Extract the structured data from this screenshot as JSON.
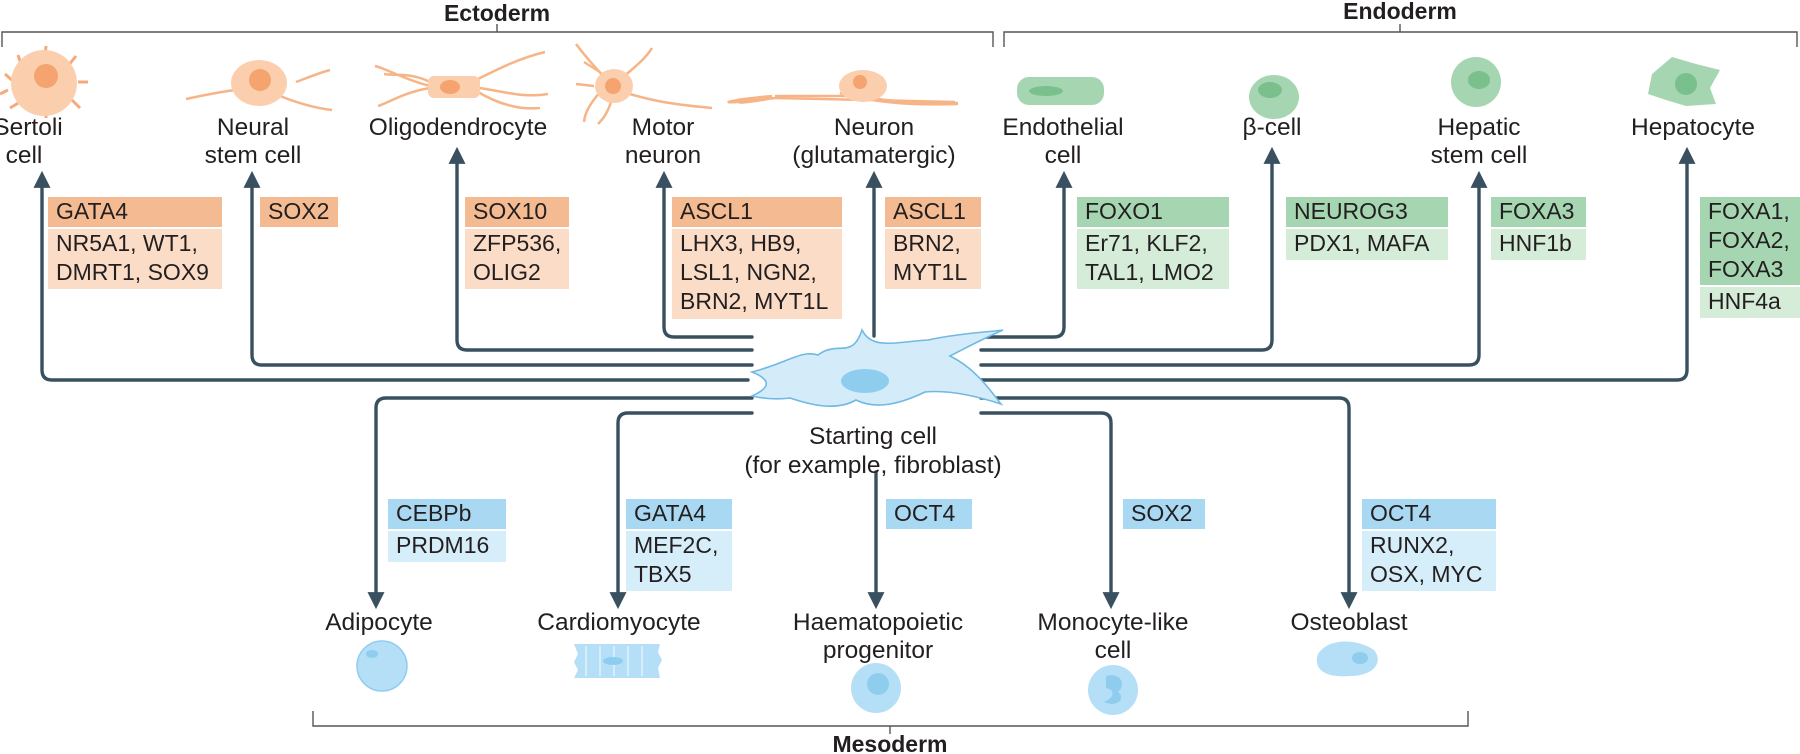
{
  "germ_layers": {
    "ectoderm": "Ectoderm",
    "endoderm": "Endoderm",
    "mesoderm": "Mesoderm"
  },
  "starting_cell": {
    "line1": "Starting cell",
    "line2": "(for example, fibroblast)"
  },
  "ectoderm_cells": [
    {
      "name": [
        "Sertoli",
        "cell"
      ],
      "factors": [
        "GATA4"
      ],
      "secondary": [
        "NR5A1, WT1,",
        "DMRT1, SOX9"
      ]
    },
    {
      "name": [
        "Neural",
        "stem cell"
      ],
      "factors": [
        "SOX2"
      ],
      "secondary": []
    },
    {
      "name": [
        "Oligodendrocyte"
      ],
      "factors": [
        "SOX10"
      ],
      "secondary": [
        "ZFP536,",
        "OLIG2"
      ]
    },
    {
      "name": [
        "Motor",
        "neuron"
      ],
      "factors": [
        "ASCL1"
      ],
      "secondary": [
        "LHX3, HB9,",
        "LSL1, NGN2,",
        "BRN2, MYT1L"
      ]
    },
    {
      "name": [
        "Neuron",
        "(glutamatergic)"
      ],
      "factors": [
        "ASCL1"
      ],
      "secondary": [
        "BRN2,",
        "MYT1L"
      ]
    }
  ],
  "endoderm_cells": [
    {
      "name": [
        "Endothelial",
        "cell"
      ],
      "factors": [
        "FOXO1"
      ],
      "secondary": [
        "Er71, KLF2,",
        "TAL1, LMO2"
      ]
    },
    {
      "name": [
        "β-cell"
      ],
      "factors": [
        "NEUROG3"
      ],
      "secondary": [
        "PDX1, MAFA"
      ]
    },
    {
      "name": [
        "Hepatic",
        "stem cell"
      ],
      "factors": [
        "FOXA3"
      ],
      "secondary": [
        "HNF1b"
      ]
    },
    {
      "name": [
        "Hepatocyte"
      ],
      "factors": [
        "FOXA1,",
        "FOXA2,",
        "FOXA3"
      ],
      "secondary": [
        "HNF4a"
      ]
    }
  ],
  "mesoderm_cells": [
    {
      "name": [
        "Adipocyte"
      ],
      "factors": [
        "CEBPb"
      ],
      "secondary": [
        "PRDM16"
      ]
    },
    {
      "name": [
        "Cardiomyocyte"
      ],
      "factors": [
        "GATA4"
      ],
      "secondary": [
        "MEF2C,",
        "TBX5"
      ]
    },
    {
      "name": [
        "Haematopoietic",
        "progenitor"
      ],
      "factors": [
        "OCT4"
      ],
      "secondary": []
    },
    {
      "name": [
        "Monocyte-like",
        "cell"
      ],
      "factors": [
        "SOX2"
      ],
      "secondary": []
    },
    {
      "name": [
        "Osteoblast"
      ],
      "factors": [
        "OCT4"
      ],
      "secondary": [
        "RUNX2,",
        "OSX, MYC"
      ]
    }
  ],
  "colors": {
    "ectoderm_primary": "#f4bb92",
    "ectoderm_secondary": "#fbdcc6",
    "endoderm_primary": "#a6d5b1",
    "endoderm_secondary": "#d4ecd8",
    "mesoderm_primary": "#a9d8f2",
    "mesoderm_secondary": "#d6edfa",
    "arrow": "#38505f"
  }
}
